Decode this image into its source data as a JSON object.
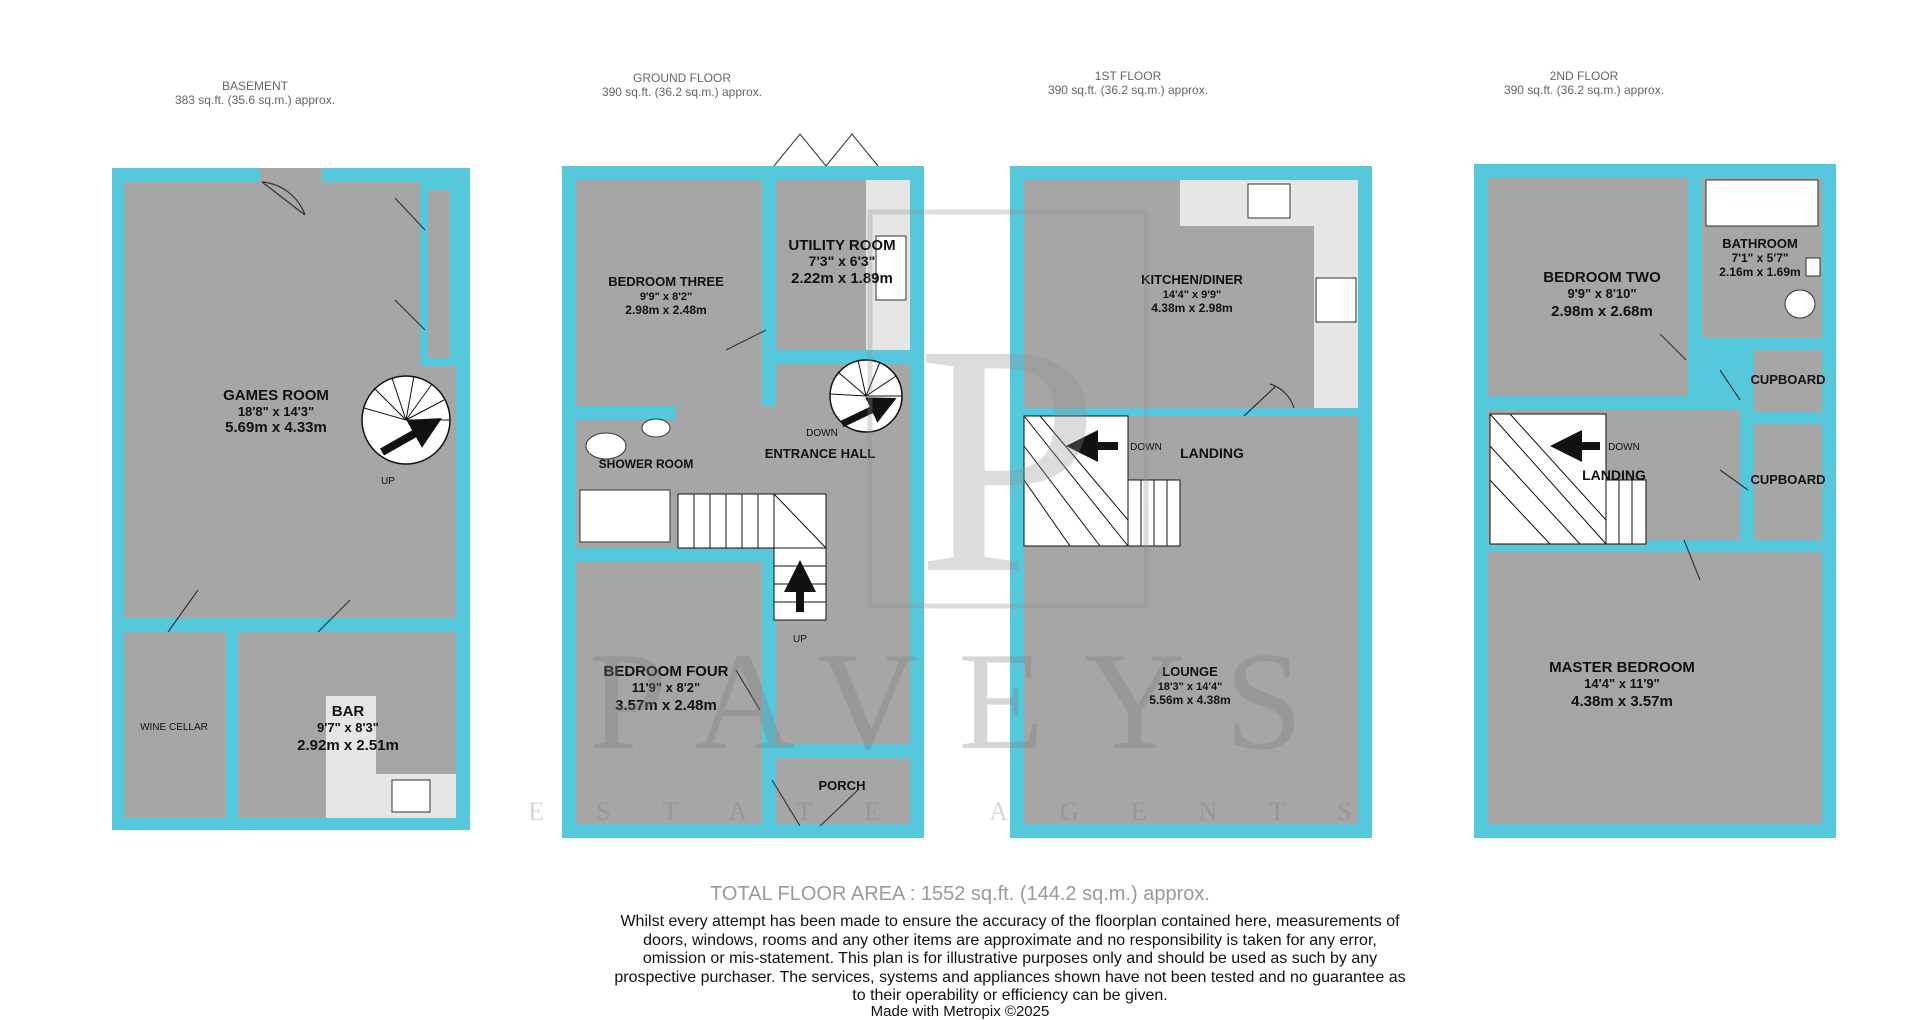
{
  "floors": [
    {
      "title": "BASEMENT",
      "area": "383 sq.ft. (35.6 sq.m.) approx."
    },
    {
      "title": "GROUND FLOOR",
      "area": "390 sq.ft. (36.2 sq.m.) approx."
    },
    {
      "title": "1ST FLOOR",
      "area": "390 sq.ft. (36.2 sq.m.) approx."
    },
    {
      "title": "2ND FLOOR",
      "area": "390 sq.ft. (36.2 sq.m.) approx."
    }
  ],
  "rooms": {
    "games_room": {
      "name": "GAMES ROOM",
      "imperial": "18'8\"  x 14'3\"",
      "metric": "5.69m  x 4.33m"
    },
    "wine_cellar": {
      "name": "WINE CELLAR"
    },
    "bar": {
      "name": "BAR",
      "imperial": "9'7\"  x 8'3\"",
      "metric": "2.92m  x 2.51m"
    },
    "bedroom_three": {
      "name": "BEDROOM THREE",
      "imperial": "9'9\"  x 8'2\"",
      "metric": "2.98m  x 2.48m"
    },
    "utility_room": {
      "name": "UTILITY ROOM",
      "imperial": "7'3\"  x 6'3\"",
      "metric": "2.22m  x 1.89m"
    },
    "shower_room": {
      "name": "SHOWER ROOM"
    },
    "entrance_hall": {
      "name": "ENTRANCE HALL"
    },
    "bedroom_four": {
      "name": "BEDROOM FOUR",
      "imperial": "11'9\"  x 8'2\"",
      "metric": "3.57m  x 2.48m"
    },
    "porch": {
      "name": "PORCH"
    },
    "kitchen_diner": {
      "name": "KITCHEN/DINER",
      "imperial": "14'4\"  x 9'9\"",
      "metric": "4.38m  x 2.98m"
    },
    "landing_1st": {
      "name": "LANDING"
    },
    "lounge": {
      "name": "LOUNGE",
      "imperial": "18'3\"  x 14'4\"",
      "metric": "5.56m  x 4.38m"
    },
    "bedroom_two": {
      "name": "BEDROOM TWO",
      "imperial": "9'9\"  x 8'10\"",
      "metric": "2.98m  x 2.68m"
    },
    "bathroom": {
      "name": "BATHROOM",
      "imperial": "7'1\"  x 5'7\"",
      "metric": "2.16m  x 1.69m"
    },
    "cupboard_1": {
      "name": "CUPBOARD"
    },
    "cupboard_2": {
      "name": "CUPBOARD"
    },
    "landing_2nd": {
      "name": "LANDING"
    },
    "master_bedroom": {
      "name": "MASTER BEDROOM",
      "imperial": "14'4\"  x 11'9\"",
      "metric": "4.38m  x 3.57m"
    }
  },
  "stair_labels": {
    "up": "UP",
    "down": "DOWN"
  },
  "watermark": {
    "letter": "P",
    "word": "PAVEYS",
    "sub": "ESTATE AGENTS"
  },
  "footer": {
    "total": "TOTAL FLOOR AREA : 1552 sq.ft. (144.2 sq.m.) approx.",
    "disclaimer": "Whilst every attempt has been made to ensure the accuracy of the floorplan contained here, measurements of doors, windows, rooms and any other items are approximate and no responsibility is taken for any error, omission or mis-statement. This plan is for illustrative purposes only and should be used as such by any prospective purchaser. The services, systems and appliances shown have not been tested and no guarantee as to their operability or efficiency can be given.",
    "credit": "Made with Metropix ©2025"
  },
  "colors": {
    "wall": "#56c8dc",
    "floor": "#a6a6a6",
    "fixture": "#e6e6e6"
  }
}
